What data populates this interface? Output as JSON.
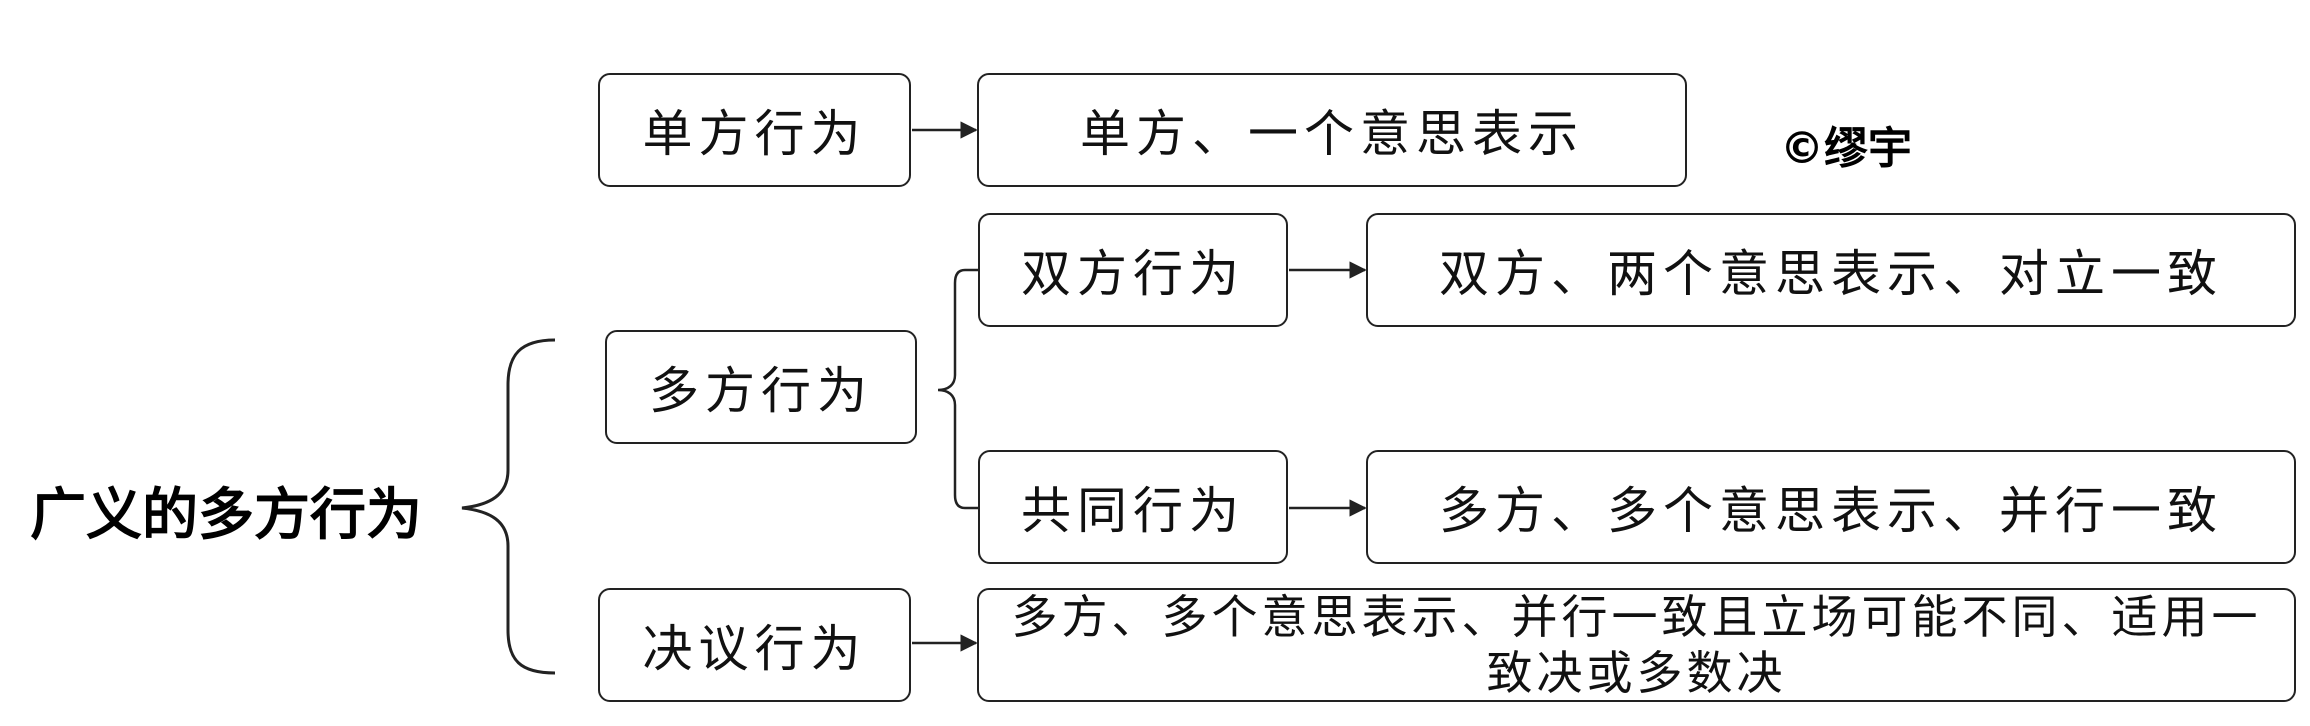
{
  "root": {
    "label": "广义的多方行为"
  },
  "copyright": "©缪宇",
  "nodes": {
    "unilateral": {
      "label": "单方行为",
      "desc": "单方、一个意思表示"
    },
    "multilateral": {
      "label": "多方行为"
    },
    "bilateral": {
      "label": "双方行为",
      "desc": "双方、两个意思表示、对立一致"
    },
    "joint": {
      "label": "共同行为",
      "desc": "多方、多个意思表示、并行一致"
    },
    "resolution": {
      "label": "决议行为",
      "desc": "多方、多个意思表示、并行一致且立场可能不同、适用一致决或多数决"
    }
  }
}
